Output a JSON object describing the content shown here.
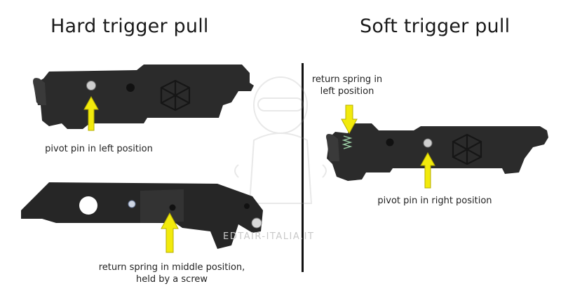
{
  "headings": {
    "left": "Hard trigger pull",
    "right": "Soft trigger pull"
  },
  "captions": {
    "hard_pivot": "pivot pin in left position",
    "hard_spring_line1": "return spring in middle position,",
    "hard_spring_line2": "held by a screw",
    "soft_spring_line1": "return spring in",
    "soft_spring_line2": "left position",
    "soft_pivot": "pivot pin in right position"
  },
  "watermark": {
    "text": "EDTAIR-ITALIA.IT"
  },
  "colors": {
    "arrow": "#f2ea0c",
    "part": "#2b2b2b",
    "divider": "#111111"
  }
}
